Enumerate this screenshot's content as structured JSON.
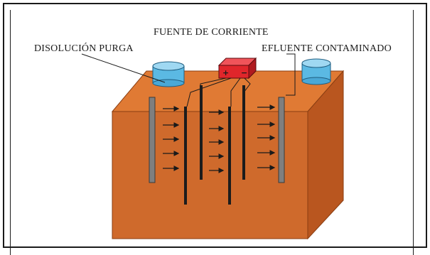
{
  "labels": {
    "power_source": "FUENTE DE CORRIENTE",
    "purge_solution": "DISOLUCIÓN PURGA",
    "contaminated_effluent": "EFLUENTE CONTAMINADO"
  },
  "power_source": {
    "plus": "+",
    "minus": "−"
  },
  "colors": {
    "soil_front": "#cf6a2c",
    "soil_top": "#e07a34",
    "soil_side": "#b9561f",
    "power_box": "#e0262b",
    "tank_water": "#5bb9e3",
    "electrode_gray": "#7f7f7f",
    "electrode_black": "#1c1c1c"
  }
}
